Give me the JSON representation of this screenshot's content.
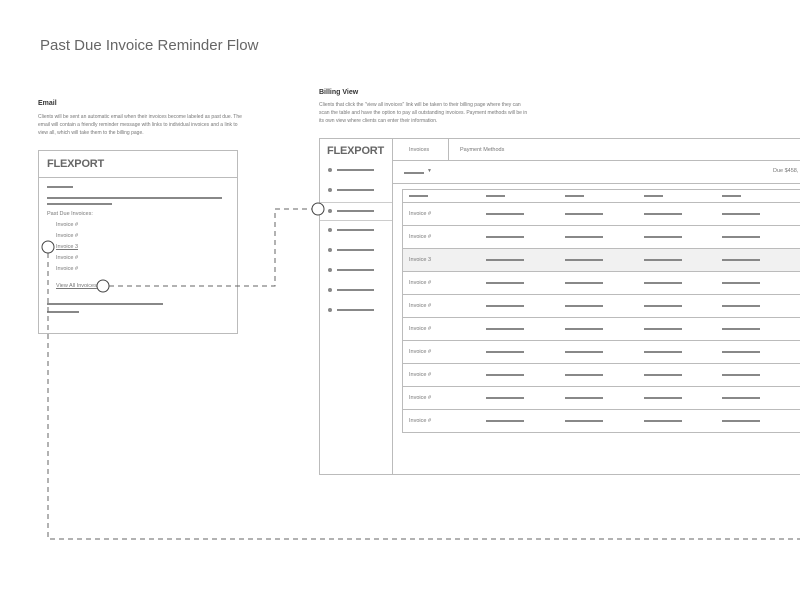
{
  "title": "Past Due Invoice Reminder Flow",
  "email": {
    "heading": "Email",
    "description": "Clients will be sent an automatic email when their invoices become labeled as past due. The email will contain a friendly reminder message with links to individual invoices and a link to view all, which will take them to the billing page.",
    "logo": "FLEXPORT",
    "list_label": "Past Due Invoices:",
    "invoices": [
      "Invoice #",
      "Invoice #",
      "Invoice 3",
      "Invoice #",
      "Invoice #"
    ],
    "view_all": "View All Invoices"
  },
  "billing": {
    "heading": "Billing View",
    "description": "Clients that click the \"view all invoices\" link will be taken to their billing page where they can scan the table and have the option to pay all outstanding invoices. Payment methods will be in its own view where clients can enter their information.",
    "logo": "FLEXPORT",
    "tabs": [
      "Invoices",
      "Payment Methods"
    ],
    "due": "Due $458,",
    "rows": [
      "Invoice #",
      "Invoice #",
      "Invoice 3",
      "Invoice #",
      "Invoice #",
      "Invoice #",
      "Invoice #",
      "Invoice #",
      "Invoice #",
      "Invoice #"
    ],
    "highlighted_row": 2
  }
}
